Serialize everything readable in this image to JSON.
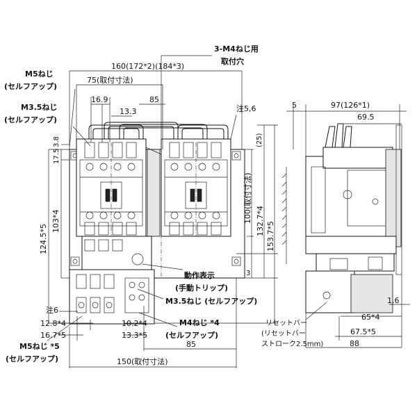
{
  "labels": {
    "dim_160": "160(172*2)(184*3)",
    "dim_75": "75(取付寸法)",
    "dim_16_9": "16.9",
    "dim_85_top": "85",
    "dim_13_3": "13.3",
    "m4_mount_line1": "3-M4ねじ用",
    "m4_mount_line2": "取付穴",
    "m5_top_line1": "M5ねじ",
    "m5_top_line2": "(セルフアップ)",
    "m35_top_line1": "M3.5ねじ",
    "m35_top_line2": "(セルフアップ)",
    "note56": "注5,6",
    "dim_3_8": "3.8",
    "dim_17_5": "17.5",
    "dim_124_5": "124.5*5",
    "dim_103": "103*4",
    "dim_25": "(25)",
    "dim_100": "100(取付寸法)",
    "dim_132_7": "132.7*4",
    "dim_153_7": "153.7*5",
    "dim_3_right": "3",
    "op_indicator_line1": "動作表示",
    "op_indicator_line2": "(手動トリップ)",
    "m35_right": "M3.5ねじ (セルフアップ)",
    "m4_line1": "M4ねじ *4",
    "m4_line2": "(セルフアップ)",
    "note6": "注6",
    "dim_12_8": "12.8*4",
    "dim_16_7": "16.7*5",
    "dim_10_2": "10.2*4",
    "dim_13_3_5": "13.3*5",
    "dim_85_bottom": "85",
    "m5_bottom_line1": "M5ねじ *5",
    "m5_bottom_line2": "(セルフアップ)",
    "dim_150": "150(取付寸法)",
    "dim_5": "5",
    "dim_97": "97(126*1)",
    "dim_69_5": "69.5",
    "reset_line1": "リセットバー",
    "reset_line2": "(リセットバー",
    "reset_line3": "ストローク2.5mm)",
    "dim_1_6": "1.6",
    "dim_65": "65*4",
    "dim_67_5": "67.5*5",
    "dim_88": "88"
  }
}
